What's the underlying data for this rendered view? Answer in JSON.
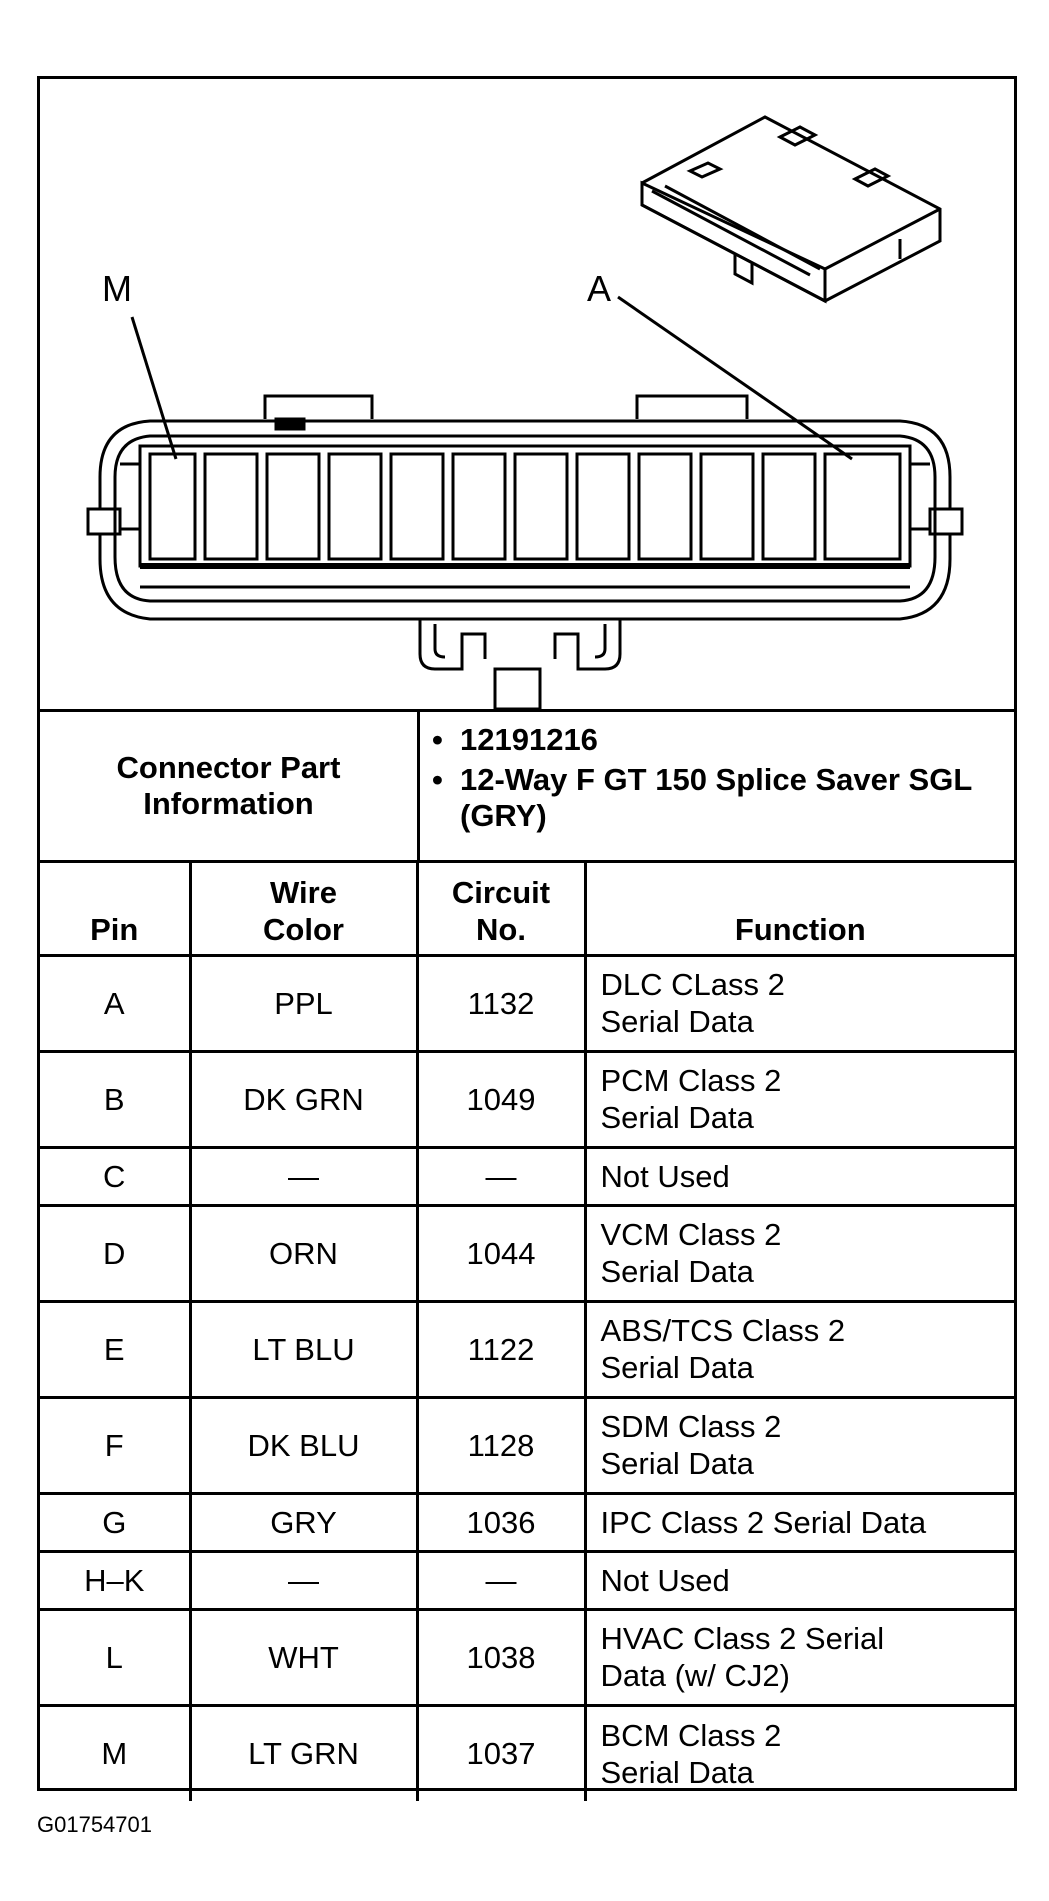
{
  "diagram": {
    "label_left": "M",
    "label_right": "A"
  },
  "connector_info": {
    "label_line1": "Connector Part",
    "label_line2": "Information",
    "items": [
      "12191216",
      "12-Way F GT 150 Splice Saver SGL (GRY)"
    ]
  },
  "table": {
    "headers": {
      "pin": "Pin",
      "wire_color_line1": "Wire",
      "wire_color_line2": "Color",
      "circuit_line1": "Circuit",
      "circuit_line2": "No.",
      "function": "Function"
    },
    "rows": [
      {
        "pin": "A",
        "color": "PPL",
        "circuit": "1132",
        "f1": "DLC CLass 2",
        "f2": "Serial Data"
      },
      {
        "pin": "B",
        "color": "DK GRN",
        "circuit": "1049",
        "f1": "PCM Class 2",
        "f2": "Serial Data"
      },
      {
        "pin": "C",
        "color": "—",
        "circuit": "—",
        "f1": "Not Used",
        "f2": ""
      },
      {
        "pin": "D",
        "color": "ORN",
        "circuit": "1044",
        "f1": "VCM Class 2",
        "f2": "Serial Data"
      },
      {
        "pin": "E",
        "color": "LT BLU",
        "circuit": "1122",
        "f1": "ABS/TCS Class 2",
        "f2": "Serial Data"
      },
      {
        "pin": "F",
        "color": "DK BLU",
        "circuit": "1128",
        "f1": "SDM Class 2",
        "f2": "Serial Data"
      },
      {
        "pin": "G",
        "color": "GRY",
        "circuit": "1036",
        "f1": "IPC Class 2 Serial Data",
        "f2": ""
      },
      {
        "pin": "H–K",
        "color": "—",
        "circuit": "—",
        "f1": "Not Used",
        "f2": ""
      },
      {
        "pin": "L",
        "color": "WHT",
        "circuit": "1038",
        "f1": "HVAC Class 2 Serial",
        "f2": "Data (w/ CJ2)"
      },
      {
        "pin": "M",
        "color": "LT GRN",
        "circuit": "1037",
        "f1": "BCM Class 2",
        "f2": "Serial Data"
      }
    ]
  },
  "footer_code": "G01754701"
}
